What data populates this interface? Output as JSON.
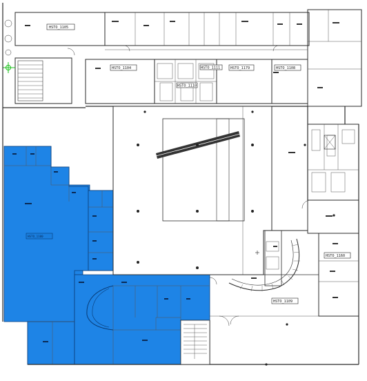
{
  "colors": {
    "background": "#ffffff",
    "wall": "#2a2a2a",
    "highlight_fill": "#1e84e6",
    "highlight_stroke": "#0b3d7a",
    "atrium_fill": "#ffffff",
    "green_marker": "#18c018",
    "beam_fill": "#333333"
  },
  "room_tags": {
    "hsto_1105": "HSTO_1105",
    "hsto_1104": "HSTO_1104",
    "hsto_1110": "HSTO_1110",
    "hsto_1111": "HSTO_1111",
    "hsto_1179": "HSTO_1179",
    "hsto_1108": "HSTO_1108",
    "hsto_1100": "HSTO_1100",
    "hsto_1160": "HSTO_1160",
    "hsto_1109": "HSTO_1109"
  },
  "icons": {
    "stair": "stair-icon",
    "elevator": "elevator-icon",
    "column": "column-icon",
    "door": "door-arc-icon",
    "north_marker": "green-marker-icon"
  }
}
